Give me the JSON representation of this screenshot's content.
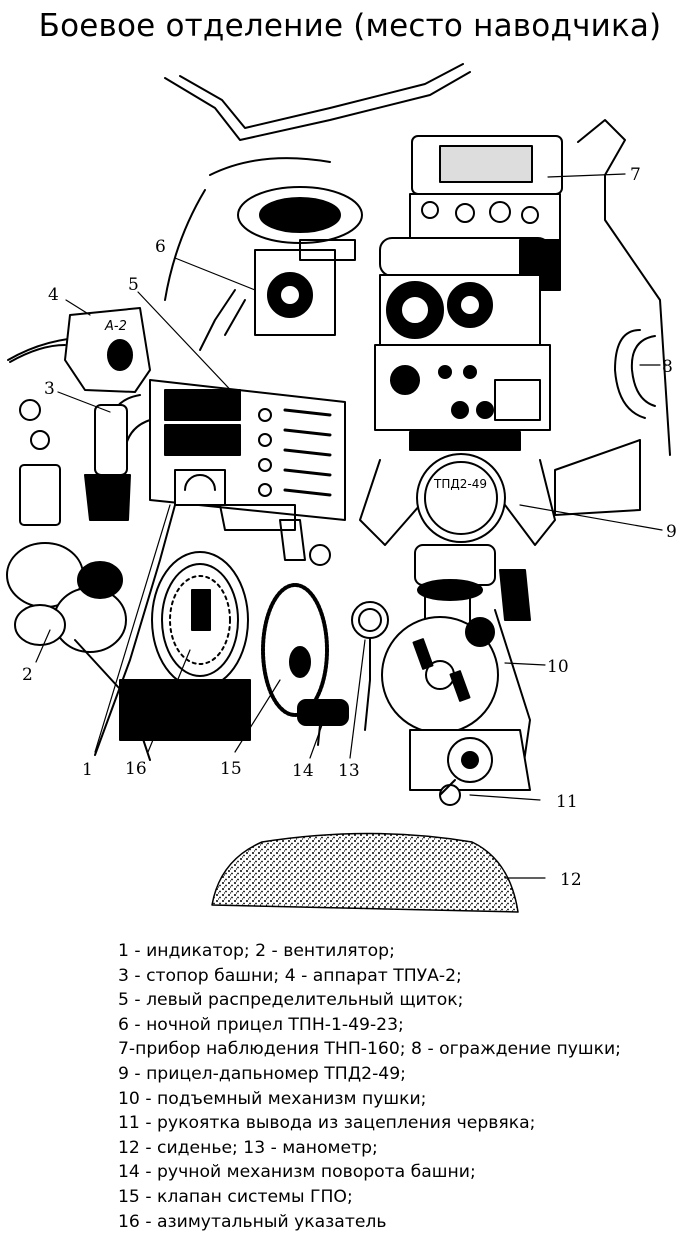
{
  "title": "Боевое отделение (место наводчика)",
  "drawing": {
    "labels": [
      "1",
      "2",
      "3",
      "4",
      "5",
      "6",
      "7",
      "8",
      "9",
      "10",
      "11",
      "12",
      "13",
      "14",
      "15",
      "16"
    ],
    "instrument_texts": {
      "tpua": "А-2",
      "tpd": "ТПД2-49"
    }
  },
  "legend": [
    "1 - индикатор; 2 - вентилятор;",
    "3 - стопор башни; 4 - аппарат ТПУА-2;",
    "5 - левый распределительный щиток;",
    "6 - ночной прицел ТПН-1-49-23;",
    "7-прибор наблюдения ТНП-160; 8 - ограждение пушки;",
    "9 - прицел-дапьномер ТПД2-49;",
    "10 - подъемный механизм пушки;",
    "11 - рукоятка вывода из зацепления червяка;",
    "12 - сиденье; 13 - манометр;",
    "14 - ручной механизм поворота башни;",
    "15 - клапан системы ГПО;",
    "16 - азимутальный указатель"
  ]
}
